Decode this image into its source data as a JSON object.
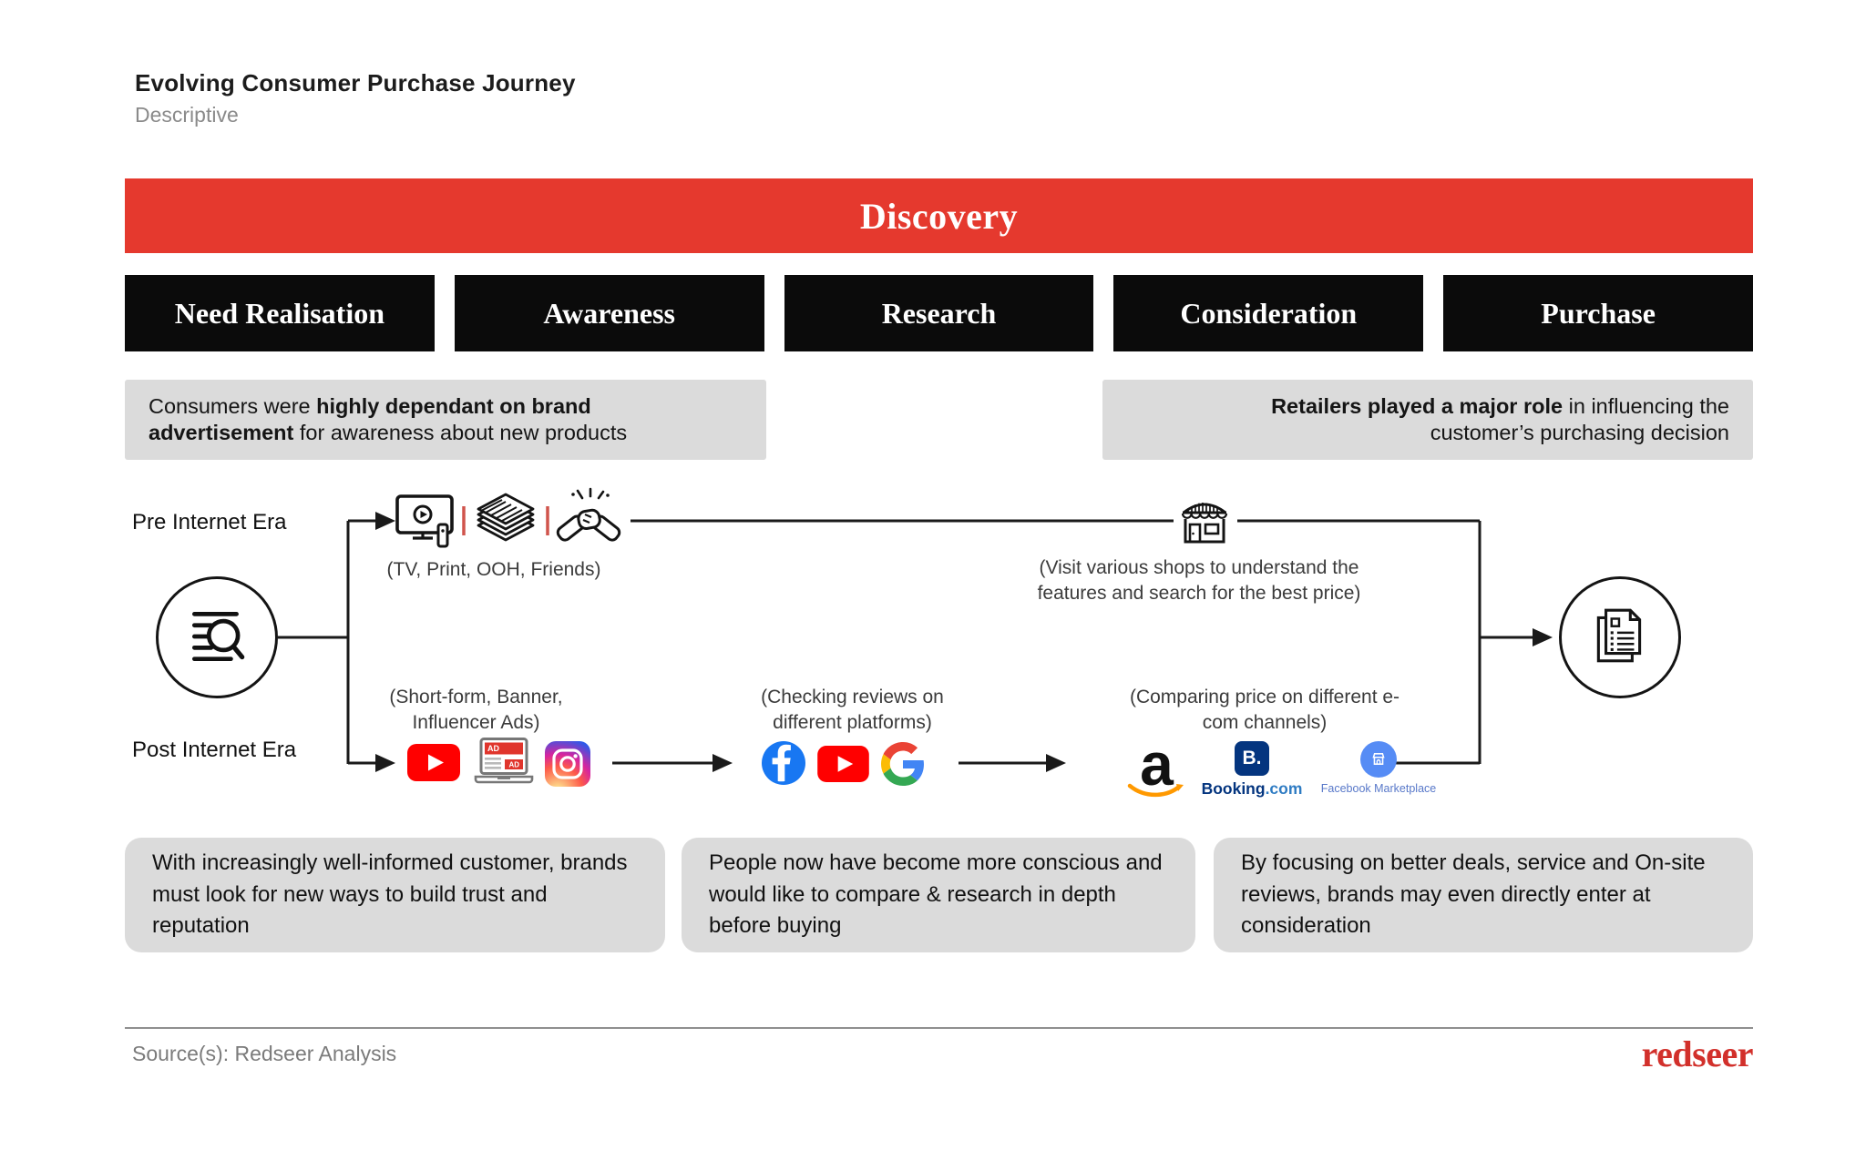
{
  "header": {
    "title": "Evolving Consumer Purchase Journey",
    "subtitle": "Descriptive"
  },
  "banner": {
    "label": "Discovery"
  },
  "stages": [
    "Need Realisation",
    "Awareness",
    "Research",
    "Consideration",
    "Purchase"
  ],
  "insights": {
    "left": {
      "pre": "Consumers were ",
      "bold": "highly dependant on brand advertisement",
      "post": " for awareness about new products"
    },
    "right": {
      "bold": "Retailers played a major role",
      "post": " in influencing the customer’s purchasing decision"
    }
  },
  "eras": {
    "pre": "Pre Internet Era",
    "post": "Post Internet Era"
  },
  "flow": {
    "pre_channels_caption": "(TV, Print, OOH, Friends)",
    "shop_caption": "(Visit various shops to understand the features and search for the best price)",
    "post_groups": [
      {
        "caption": "(Short-form, Banner, Influencer Ads)"
      },
      {
        "caption": "(Checking reviews on different platforms)"
      },
      {
        "caption": "(Comparing price on different e-com channels)"
      }
    ],
    "ad_label": "AD",
    "amazon_letter": "a",
    "booking_square": "B.",
    "booking_name": "Booking",
    "booking_tld": ".com",
    "marketplace_label": "Facebook Marketplace"
  },
  "takeaways": [
    "With increasingly well-informed customer, brands must look for new ways to build trust and reputation",
    "People now have become more conscious and would like to compare & research in depth before buying",
    "By focusing on better deals, service and On-site reviews, brands may even directly enter at consideration"
  ],
  "footer": {
    "source": "Source(s): Redseer Analysis",
    "logo": "redseer"
  },
  "colors": {
    "accent_red": "#E5392E",
    "logo_red": "#D2302B",
    "stage_black": "#0B0B0B",
    "panel_gray": "#DBDBDB",
    "youtube_red": "#FF0000",
    "facebook_blue": "#1877F2",
    "booking_navy": "#04357F",
    "booking_com_blue": "#2F7CC3",
    "marketplace_blue": "#568CF5",
    "amazon_orange": "#FF9900",
    "ad_banner_red": "#E0352C",
    "tick_red": "#D0544C"
  },
  "icons": {
    "journey_start": "search-listing-icon",
    "journey_end": "documents-icon",
    "pre_channels": [
      "tv-icon",
      "print-icon",
      "handshake-icon"
    ],
    "research_store": "storefront-icon",
    "post_awareness": [
      "youtube-icon",
      "banner-ad-laptop-icon",
      "instagram-icon"
    ],
    "post_research": [
      "facebook-icon",
      "youtube-icon",
      "google-icon"
    ],
    "post_consideration": [
      "amazon-icon",
      "booking-icon",
      "facebook-marketplace-icon"
    ]
  }
}
